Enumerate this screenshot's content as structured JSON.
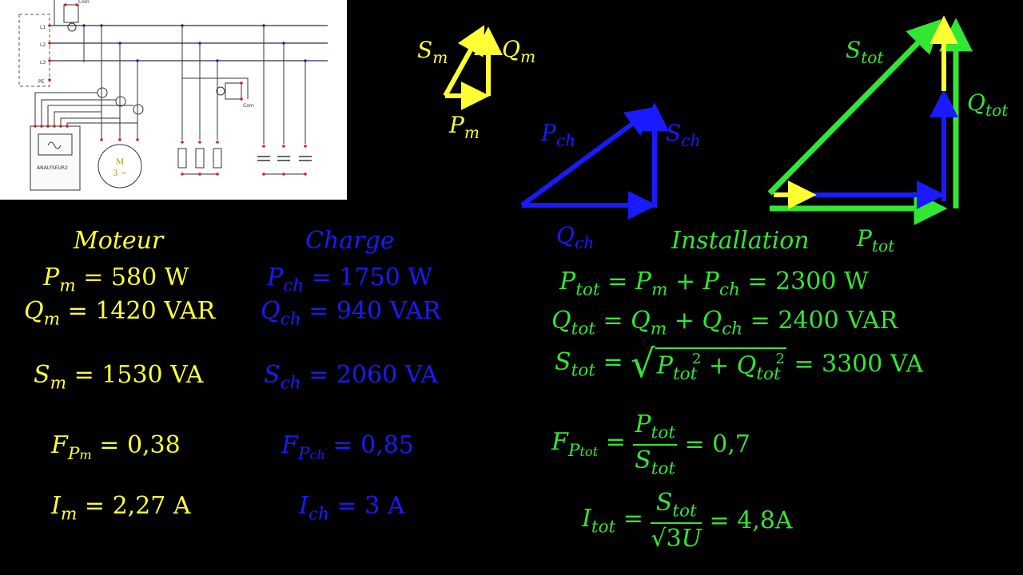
{
  "schematic": {
    "labels": [
      "L1",
      "L2",
      "L3",
      "PE"
    ],
    "analyser": "ANALYSEUR2",
    "motor_line1": "M",
    "motor_line2": "3 ~",
    "com": "Com"
  },
  "colors": {
    "motor": "#ffff33",
    "load": "#1a1aff",
    "total": "#33e633"
  },
  "diagram_labels": {
    "Sm": "S",
    "Sm_sub": "m",
    "Qm": "Q",
    "Qm_sub": "m",
    "Pm": "P",
    "Pm_sub": "m",
    "Pch": "P",
    "Pch_sub": "ch",
    "Sch": "S",
    "Sch_sub": "ch",
    "Qch": "Q",
    "Qch_sub": "ch",
    "Stot": "S",
    "Stot_sub": "tot",
    "Qtot": "Q",
    "Qtot_sub": "tot",
    "Ptot": "P",
    "Ptot_sub": "tot"
  },
  "moteur": {
    "title": "Moteur",
    "P": "= 580 W",
    "Q": "= 1420 VAR",
    "S": "= 1530 VA",
    "F": "= 0,38",
    "I": "= 2,27 A"
  },
  "charge": {
    "title": "Charge",
    "P": "= 1750 W",
    "Q": "= 940 VAR",
    "S": "= 2060 VA",
    "F": "= 0,85",
    "I": "= 3 A"
  },
  "installation": {
    "title": "Installation",
    "P_value": "= 2300 W",
    "Q_value": "= 2400 VAR",
    "S_value": "= 3300 VA",
    "F_value": "= 0,7",
    "I_value": "= 4,8A",
    "sqrt3": "√3",
    "U": "U"
  }
}
